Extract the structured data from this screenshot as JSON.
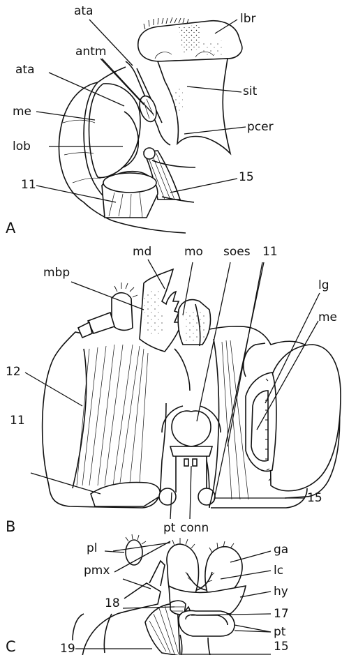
{
  "panels": {
    "a": {
      "letter": "A",
      "labels": {
        "ata_top": "ata",
        "lbr": "lbr",
        "antm": "antm",
        "sit": "sit",
        "ata_left": "ata",
        "me": "me",
        "pcer": "pcer",
        "lob": "lob",
        "n15": "15",
        "n11": "11"
      }
    },
    "b": {
      "letter": "B",
      "labels": {
        "md": "md",
        "mo": "mo",
        "soes": "soes",
        "n11_top": "11",
        "mbp": "mbp",
        "lg": "lg",
        "me": "me",
        "n12": "12",
        "n11_left": "11",
        "n15": "15",
        "pt": "pt",
        "conn": "conn"
      }
    },
    "c": {
      "letter": "C",
      "labels": {
        "pl": "pl",
        "ga": "ga",
        "pmx": "pmx",
        "lc": "lc",
        "hy": "hy",
        "n18": "18",
        "n17": "17",
        "n19": "19",
        "pt": "pt",
        "n15": "15"
      }
    }
  },
  "colors": {
    "ink": "#111111",
    "background": "#ffffff"
  }
}
